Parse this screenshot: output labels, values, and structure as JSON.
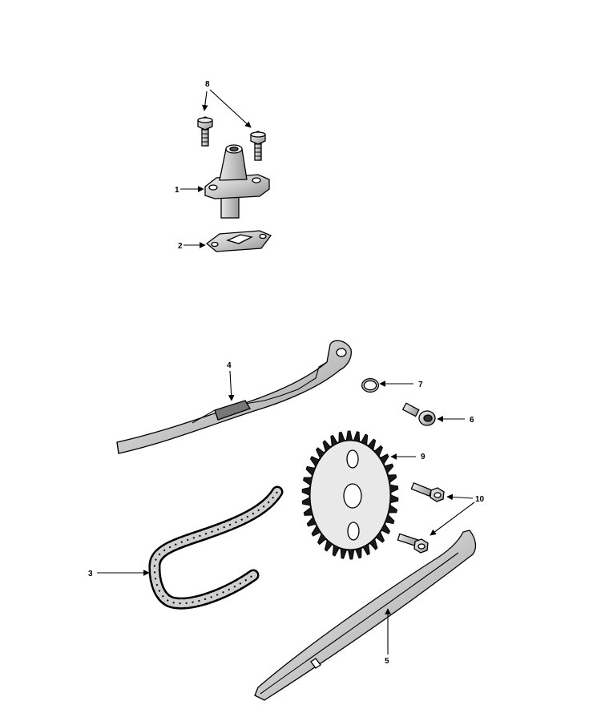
{
  "diagram": {
    "callouts": {
      "c1": "1",
      "c2": "2",
      "c3": "3",
      "c4": "4",
      "c5": "5",
      "c6": "6",
      "c7": "7",
      "c8": "8",
      "c9": "9",
      "c10": "10"
    },
    "colors": {
      "line": "#000000",
      "part_fill": "#d8d8d8",
      "part_shade": "#9a9a9a",
      "background": "#ffffff"
    }
  }
}
